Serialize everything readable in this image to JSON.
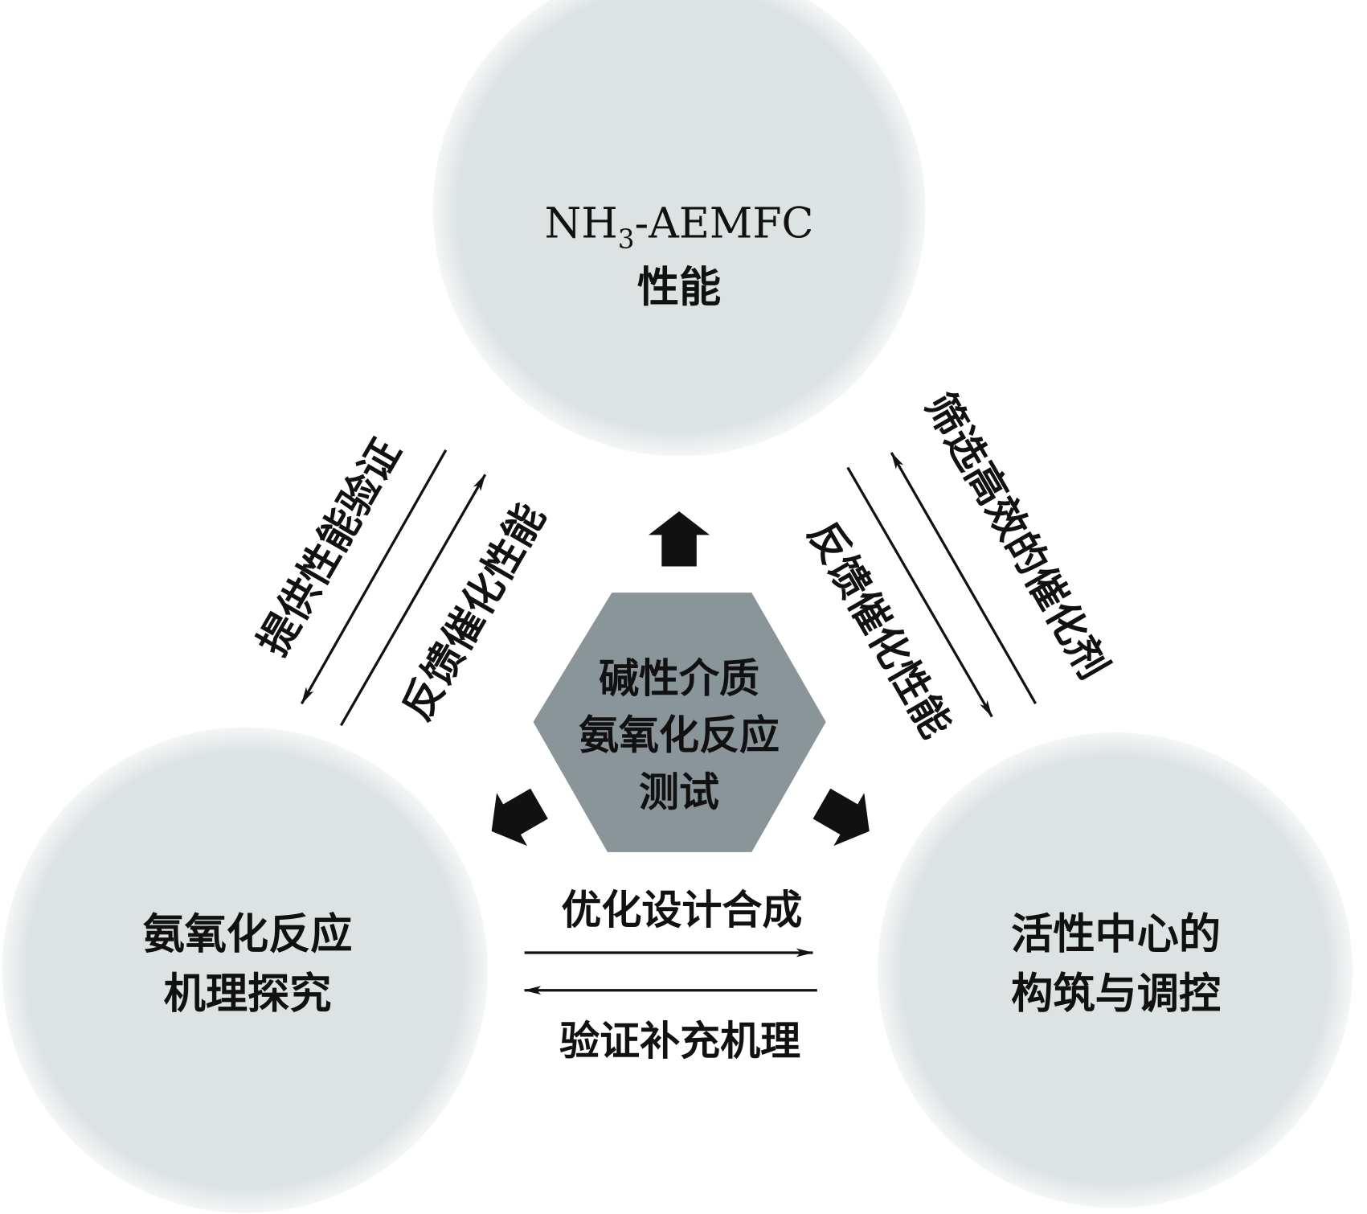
{
  "colors": {
    "circle": "#dde3e3",
    "hexagon": "#8a959a",
    "ink": "#111111"
  },
  "top_node": {
    "line1_main": "NH",
    "line1_sub": "3",
    "line1_rest": "-AEMFC",
    "line2": "性能"
  },
  "left_node": {
    "line1": "氨氧化反应",
    "line2": "机理探究"
  },
  "right_node": {
    "line1": "活性中心的",
    "line2": "构筑与调控"
  },
  "center_node": {
    "line1": "碱性介质",
    "line2": "氨氧化反应",
    "line3": "测试"
  },
  "edges": {
    "left_outer": "提供性能验证",
    "left_inner": "反馈催化性能",
    "right_inner": "反馈催化性能",
    "right_outer": "筛选高效的催化剂",
    "bottom_top": "优化设计合成",
    "bottom_bottom": "验证补充机理"
  }
}
